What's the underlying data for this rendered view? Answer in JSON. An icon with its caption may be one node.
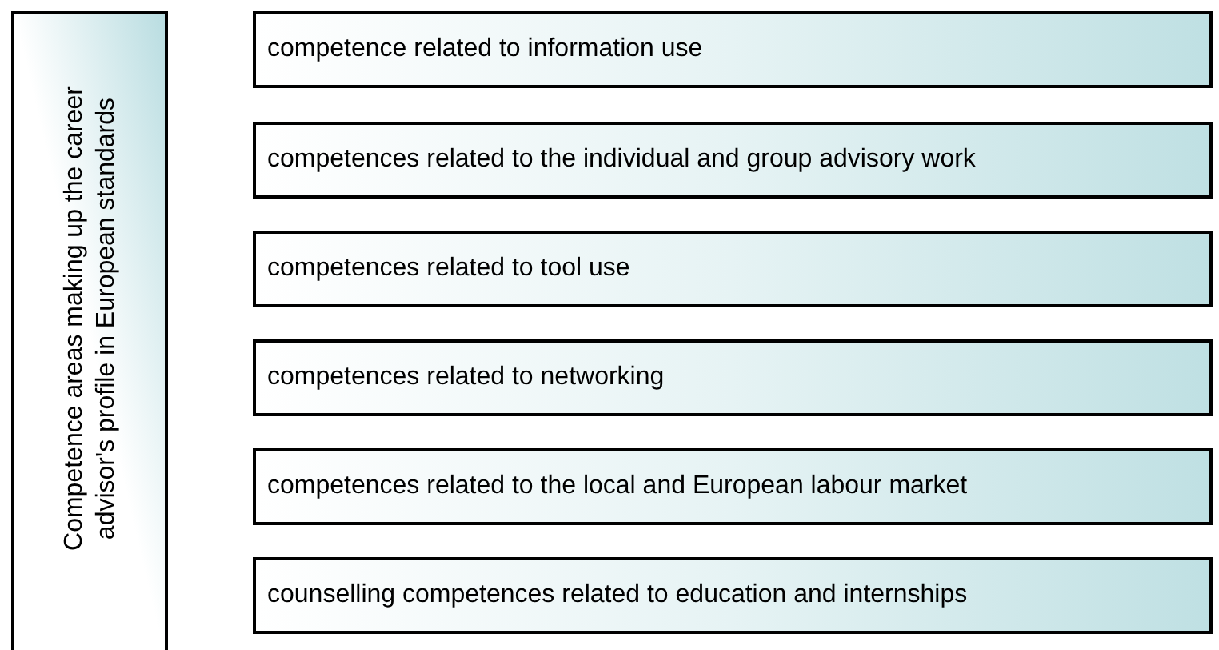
{
  "diagram": {
    "nodes": [
      {
        "text": [
          "Competence areas making up the career advisor's profile in European standards"
        ]
      },
      {
        "text": [
          "competence related to information use"
        ]
      },
      {
        "text": [
          "competences related to the individual and group advisory work"
        ]
      },
      {
        "text": [
          "competences related to tool use"
        ]
      },
      {
        "text": [
          "competences related to networking"
        ]
      },
      {
        "text": [
          "competences related to the local and European labour market"
        ]
      },
      {
        "text": [
          "counselling competences related to education and internships"
        ]
      }
    ]
  }
}
